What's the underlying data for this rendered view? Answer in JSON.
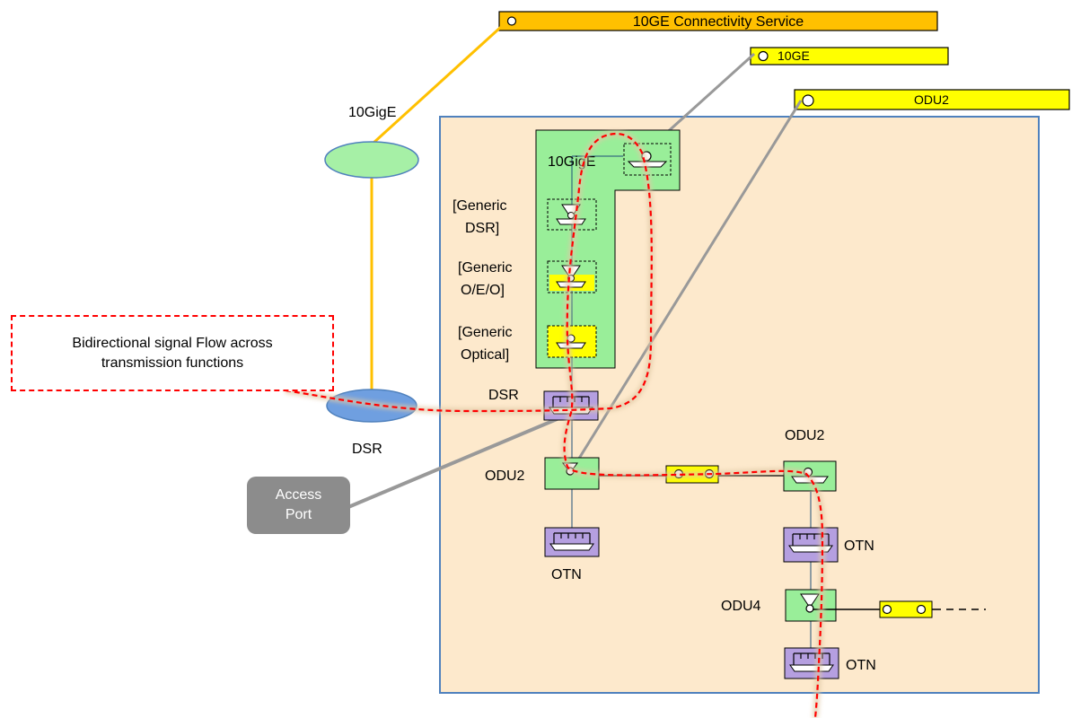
{
  "service_bars": {
    "connectivity_service": "10GE Connectivity Service",
    "ge10": "10GE",
    "odu2": "ODU2"
  },
  "left": {
    "gige_label": "10GigE",
    "dsr_label": "DSR"
  },
  "note": "Bidirectional signal Flow across\ntransmission functions",
  "access_port": "Access\nPort",
  "stack": {
    "gige": "10GigE",
    "generic_dsr_1": "[Generic",
    "generic_dsr_2": "DSR]",
    "generic_oeo_1": "[Generic",
    "generic_oeo_2": "O/E/O]",
    "generic_opt_1": "[Generic",
    "generic_opt_2": "Optical]",
    "dsr": "DSR"
  },
  "nodes": {
    "odu2_left": "ODU2",
    "otn_left": "OTN",
    "odu2_right": "ODU2",
    "otn_right_1": "OTN",
    "odu4": "ODU4",
    "otn_right_2": "OTN"
  },
  "colors": {
    "orange_bar": "#ffc000",
    "yellow": "#ffff00",
    "green": "#99ee99",
    "purple": "#b59fe0",
    "network_bg": "#fde9cc",
    "network_border": "#4f81bd",
    "signal_red": "#ff0000",
    "gray": "#8c8c8c",
    "ellipse_green": "#a6f0a6",
    "ellipse_blue": "#6f9fe0"
  }
}
